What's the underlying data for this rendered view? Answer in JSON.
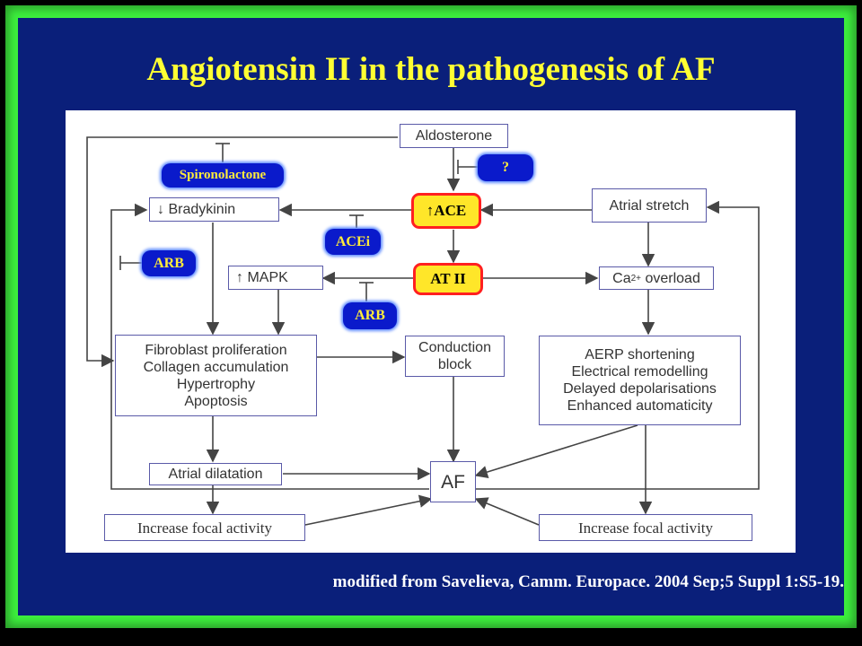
{
  "title": "Angiotensin II in the pathogenesis of AF",
  "citation": "modified from Savelieva, Camm. Europace. 2004 Sep;5 Suppl 1:S5-19.",
  "boxes": {
    "aldosterone": "Aldosterone",
    "bradykinin": "↓ Bradykinin",
    "atrial_stretch": "Atrial stretch",
    "mapk": "↑ MAPK",
    "ca_overload": "Ca",
    "ca_sup": "2+",
    "ca_rest": " overload",
    "fibro": [
      "Fibroblast proliferation",
      "Collagen accumulation",
      "Hypertrophy",
      "Apoptosis"
    ],
    "conduction": [
      "Conduction",
      "block"
    ],
    "aerp": [
      "AERP shortening",
      "Electrical remodelling",
      "Delayed depolarisations",
      "Enhanced automaticity"
    ],
    "atrial_dilatation": "Atrial dilatation",
    "af": "AF",
    "focal_left": "Increase focal activity",
    "focal_right": "Increase focal activity"
  },
  "nodes": {
    "ace": "↑ACE",
    "at2": "AT II"
  },
  "inhibitors": {
    "spironolactone": "Spironolactone",
    "unknown": "?",
    "acei": "ACEi",
    "arb_left": "ARB",
    "arb_center": "ARB"
  },
  "colors": {
    "frame": "#3df03d",
    "background": "#0a1f7a",
    "title": "#ffff33",
    "pill": "#0a1acb",
    "pill_text": "#ffeb3b",
    "node_fill": "#ffe629",
    "node_border": "#ff2020"
  }
}
